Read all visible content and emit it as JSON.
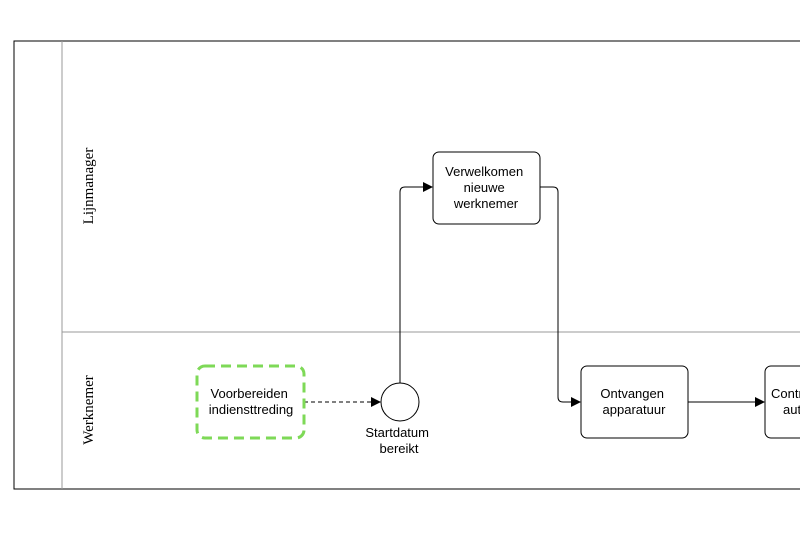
{
  "pool": {
    "lanes": [
      {
        "label": "Lijnmanager"
      },
      {
        "label": "Werknemer"
      }
    ]
  },
  "nodes": {
    "voorbereiden": {
      "lines": [
        "Voorbereiden",
        "indiensttreding"
      ],
      "border_color": "#7ed957",
      "dashed": true
    },
    "startdatum": {
      "lines": [
        "Startdatum",
        "bereikt"
      ],
      "shape": "intermediate-event"
    },
    "verwelkomen": {
      "lines": [
        "Verwelkomen",
        "nieuwe",
        "werknemer"
      ]
    },
    "ontvangen": {
      "lines": [
        "Ontvangen",
        "apparatuur"
      ]
    },
    "controleren": {
      "lines": [
        "Contr",
        "aut"
      ]
    }
  },
  "edges": [
    {
      "from": "voorbereiden",
      "to": "startdatum",
      "style": "dashed"
    },
    {
      "from": "startdatum",
      "to": "verwelkomen",
      "style": "solid"
    },
    {
      "from": "verwelkomen",
      "to": "ontvangen",
      "style": "solid"
    },
    {
      "from": "ontvangen",
      "to": "controleren",
      "style": "solid"
    }
  ],
  "colors": {
    "stroke": "#000000",
    "lane_divider": "#999999",
    "highlight": "#7ed957"
  }
}
